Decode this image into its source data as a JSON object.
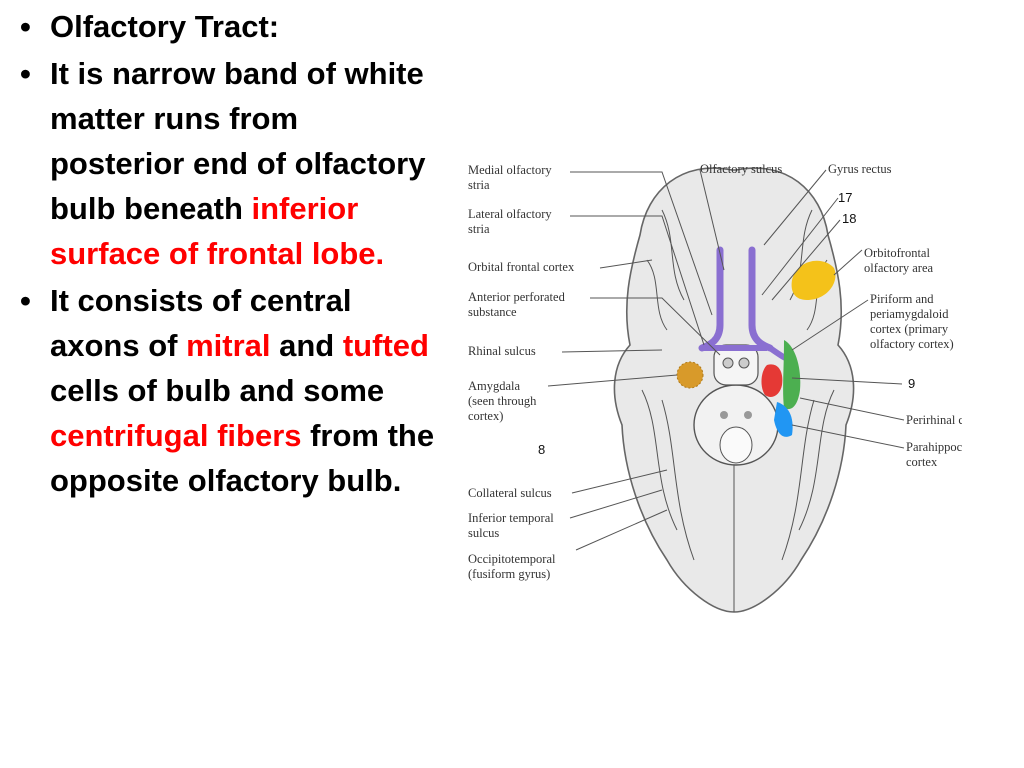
{
  "bullets": [
    [
      {
        "text": "Olfactory Tract:",
        "red": false
      }
    ],
    [
      {
        "text": "It is narrow band of white matter runs from posterior end of olfactory bulb beneath ",
        "red": false
      },
      {
        "text": "inferior surface of frontal lobe.",
        "red": true
      }
    ],
    [
      {
        "text": "It consists of central axons of ",
        "red": false
      },
      {
        "text": "mitral",
        "red": true
      },
      {
        "text": " and ",
        "red": false
      },
      {
        "text": "tufted",
        "red": true
      },
      {
        "text": " cells of bulb and some ",
        "red": false
      },
      {
        "text": "centrifugal fibers",
        "red": true
      },
      {
        "text": " from the opposite olfactory bulb.",
        "red": false
      }
    ]
  ],
  "bullet_symbol": "•",
  "colors": {
    "text": "#000000",
    "highlight": "#ff0000",
    "olfactory_tract": "#8a6fd1",
    "orbitofrontal_area": "#f4c21a",
    "amygdala": "#d89a2a",
    "piriform": "#e53935",
    "perirhinal": "#4caf50",
    "parahippocampal": "#2196f3"
  },
  "figure": {
    "labels_left": [
      [
        "Medial olfactory",
        "stria"
      ],
      [
        "Lateral olfactory",
        "stria"
      ],
      [
        "Orbital frontal cortex"
      ],
      [
        "Anterior perforated",
        "substance"
      ],
      [
        "Rhinal sulcus"
      ],
      [
        "Amygdala",
        "(seen through",
        "cortex)"
      ],
      [
        "Collateral sulcus"
      ],
      [
        "Inferior temporal",
        "sulcus"
      ],
      [
        "Occipitotemporal",
        "(fusiform gyrus)"
      ]
    ],
    "labels_top": [
      "Olfactory sulcus",
      "Gyrus rectus"
    ],
    "labels_right": [
      [
        "Orbitofrontal",
        "olfactory area"
      ],
      [
        "Piriform and",
        "periamygdaloid",
        "cortex (primary",
        "olfactory cortex)"
      ],
      [
        "Perirhinal cortex"
      ],
      [
        "Parahippocampal",
        "cortex"
      ]
    ],
    "numbers": [
      "17",
      "18",
      "9",
      "8"
    ]
  }
}
